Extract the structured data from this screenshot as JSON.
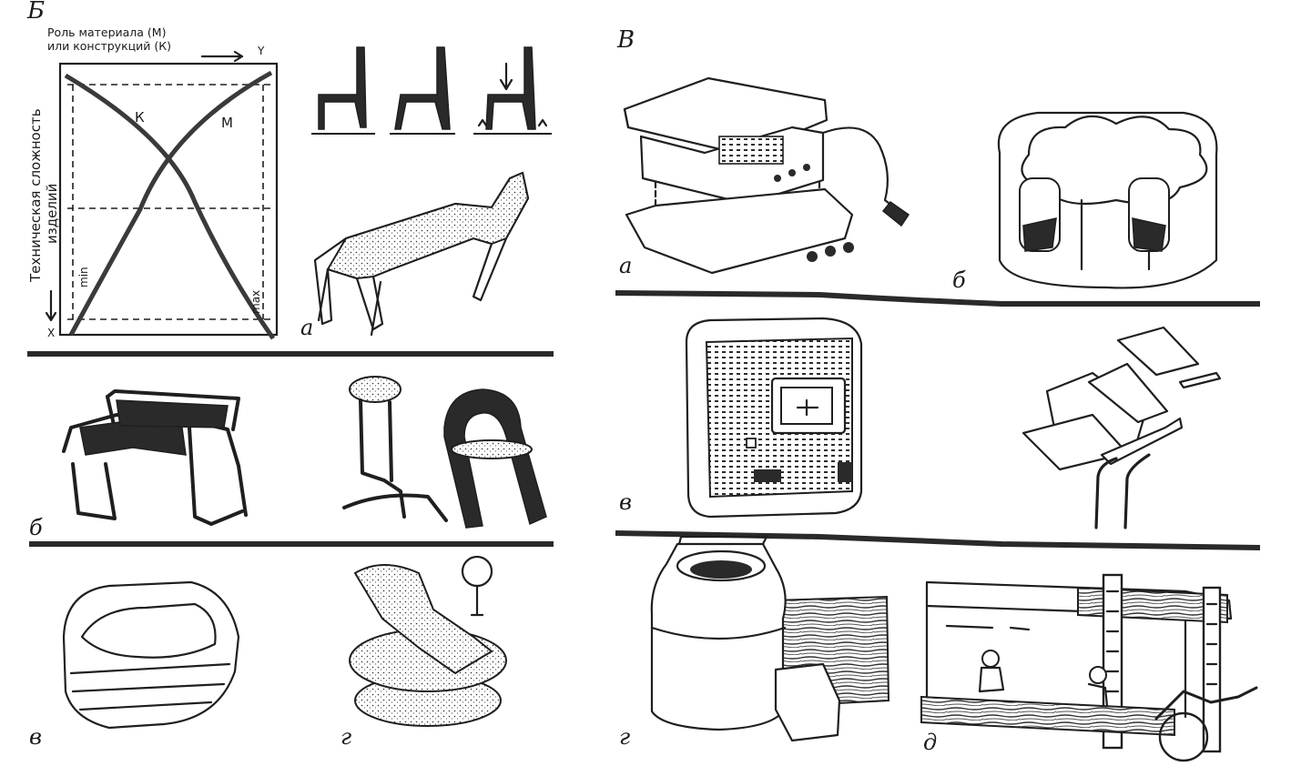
{
  "sections": {
    "b": "Б",
    "v": "В"
  },
  "diagram": {
    "top_caption_line1": "Роль материала (М)",
    "top_caption_line2": "или конструкций (К)",
    "axis_y": "Y",
    "axis_x": "X",
    "left_caption_line1": "Техническая сложность",
    "left_caption_line2": "изделий",
    "curve_k": "К",
    "curve_m": "М",
    "min_label": "min",
    "max_label": "max"
  },
  "labels_left": {
    "a": "а",
    "b": "б",
    "v": "в",
    "g": "г"
  },
  "labels_right": {
    "a": "а",
    "b": "б",
    "v": "в",
    "g": "г",
    "d": "д"
  }
}
